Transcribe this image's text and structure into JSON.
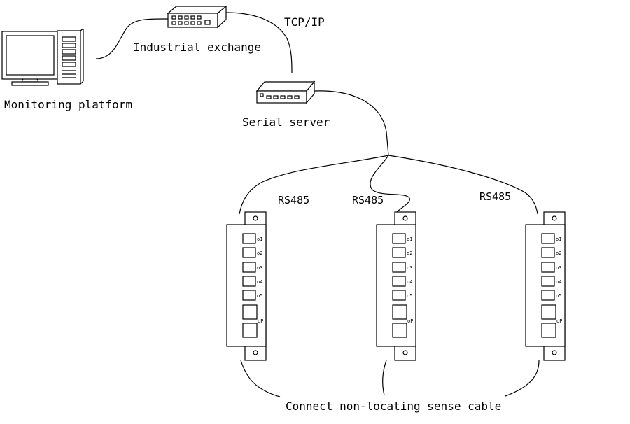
{
  "labels": {
    "monitoring": "Monitoring platform",
    "exchange": "Industrial exchange",
    "tcpip": "TCP/IP",
    "serial": "Serial server",
    "cable": "Connect non-locating sense cable"
  },
  "modules": [
    {
      "id": "module-1",
      "bus_label": "RS485",
      "ports": [
        "o1",
        "o2",
        "o3",
        "o4",
        "o5",
        "oP"
      ]
    },
    {
      "id": "module-2",
      "bus_label": "RS485",
      "ports": [
        "o1",
        "o2",
        "o3",
        "o4",
        "o5",
        "oP"
      ]
    },
    {
      "id": "module-3",
      "bus_label": "RS485",
      "ports": [
        "o1",
        "o2",
        "o3",
        "o4",
        "o5",
        "oP"
      ]
    }
  ],
  "colors": {
    "line": "#000000",
    "background": "#ffffff"
  }
}
